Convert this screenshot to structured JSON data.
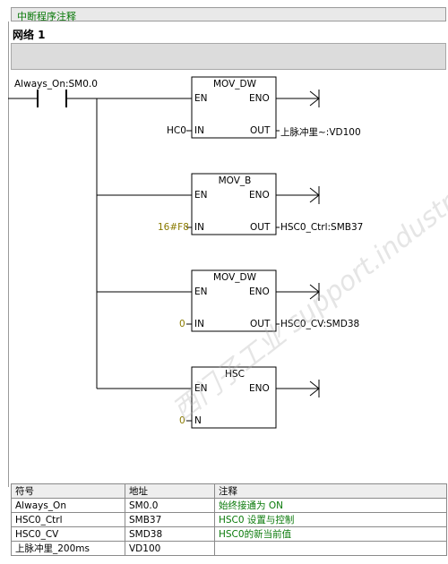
{
  "header": {
    "interrupt_comment": "中断程序注释",
    "network_title": "网络 1"
  },
  "contact": {
    "label": "Always_On:SM0.0"
  },
  "blocks": [
    {
      "name": "MOV_DW",
      "en": "EN",
      "eno": "ENO",
      "in_pin": "IN",
      "out_pin": "OUT",
      "in_value": "HC0",
      "out_value": "上脉冲里~:VD100"
    },
    {
      "name": "MOV_B",
      "en": "EN",
      "eno": "ENO",
      "in_pin": "IN",
      "out_pin": "OUT",
      "in_value": "16#F8",
      "out_value": "HSC0_Ctrl:SMB37"
    },
    {
      "name": "MOV_DW",
      "en": "EN",
      "eno": "ENO",
      "in_pin": "IN",
      "out_pin": "OUT",
      "in_value": "0",
      "out_value": "HSC0_CV:SMD38"
    },
    {
      "name": "HSC",
      "en": "EN",
      "eno": "ENO",
      "in_pin": "N",
      "in_value": "0"
    }
  ],
  "watermark": "西门子工业 support.industry.siemens.com",
  "symbol_table": {
    "headers": [
      "符号",
      "地址",
      "注释"
    ],
    "rows": [
      {
        "symbol": "Always_On",
        "address": "SM0.0",
        "comment": "始终接通为 ON"
      },
      {
        "symbol": "HSC0_Ctrl",
        "address": "SMB37",
        "comment": "HSC0 设置与控制"
      },
      {
        "symbol": "HSC0_CV",
        "address": "SMD38",
        "comment": "HSC0的新当前值"
      },
      {
        "symbol": "上脉冲里_200ms",
        "address": "VD100",
        "comment": ""
      }
    ]
  }
}
